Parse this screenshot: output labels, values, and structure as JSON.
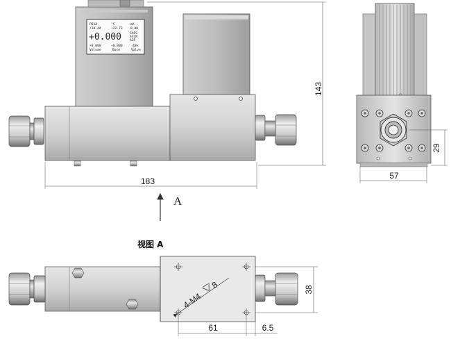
{
  "lcd": {
    "line1a": "P61A",
    "line1b": "°C",
    "line1c": "mA",
    "line2a": "+18.4#",
    "line2b": "+22.73",
    "line2c": "8.00",
    "big": "+0.000",
    "side1": "SASS",
    "side2": "SCCM",
    "side3": "AIR",
    "line4a": "+0.000",
    "line4b": "+0.000",
    "line4c": "48%",
    "line5a": "Volume",
    "line5b": "Base",
    "line5c": "Valve"
  },
  "dimensions": {
    "total_height": "143",
    "total_length": "183",
    "side_width": "57",
    "side_center_height": "29",
    "bottom_width": "38",
    "hole_spacing": "61",
    "hole_offset": "6.5",
    "thread_callout": "4-M4",
    "thread_depth": "8"
  },
  "view_arrow_label": "A",
  "view_title": "视图 A"
}
